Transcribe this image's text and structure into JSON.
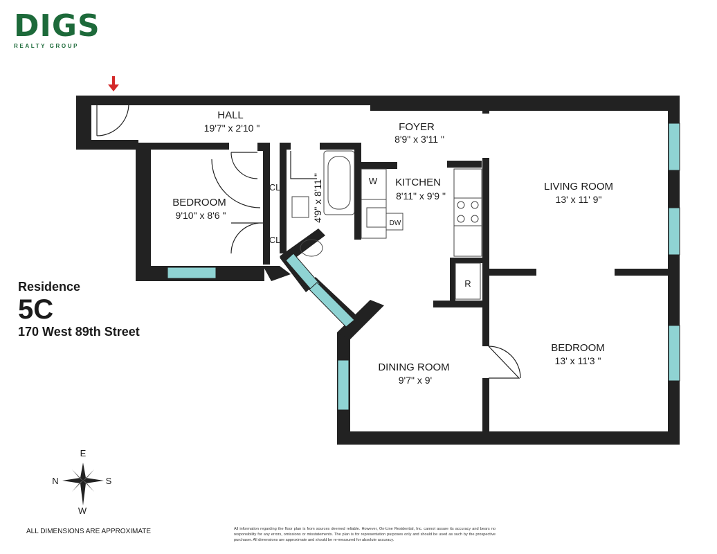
{
  "brand": {
    "name": "DIGS",
    "tagline": "REALTY GROUP",
    "color": "#1d6a3a"
  },
  "residence": {
    "label": "Residence",
    "unit": "5C",
    "address": "170 West 89th Street"
  },
  "rooms": {
    "hall": {
      "name": "HALL",
      "dims": "19'7\" x 2'10 \""
    },
    "foyer": {
      "name": "FOYER",
      "dims": "8'9\" x 3'11 \""
    },
    "kitchen": {
      "name": "KITCHEN",
      "dims": "8'11\" x 9'9 \""
    },
    "living_room": {
      "name": "LIVING ROOM",
      "dims": "13' x 11' 9\""
    },
    "bedroom_left": {
      "name": "BEDROOM",
      "dims": "9'10\" x 8'6 \""
    },
    "bedroom_right": {
      "name": "BEDROOM",
      "dims": "13' x 11'3 \""
    },
    "dining_room": {
      "name": "DINING ROOM",
      "dims": "9'7\" x 9'"
    },
    "bath": {
      "dims": "4'9\" x 8'11 \""
    }
  },
  "fixtures": {
    "closet1": "CL",
    "closet2": "CL",
    "washer": "W",
    "dishwasher": "DW",
    "refrigerator": "R"
  },
  "compass": {
    "north": "N",
    "south": "S",
    "east": "E",
    "west": "W"
  },
  "footer": {
    "approx": "ALL DIMENSIONS ARE APPROXIMATE",
    "disclaimer": "All information regarding the floor plan is from sources deemed reliable. However, On-Line Residential, Inc. cannot assure its accuracy and bears no responsibility for any errors, omissions or misstatements. The plan is for representation purposes only and should be used as such by the prospective purchaser. All dimensions are approximate and should be re-measured for absolute accuracy."
  },
  "colors": {
    "wall": "#222222",
    "window": "#8fd3d3",
    "entry_arrow": "#d42a2a"
  }
}
